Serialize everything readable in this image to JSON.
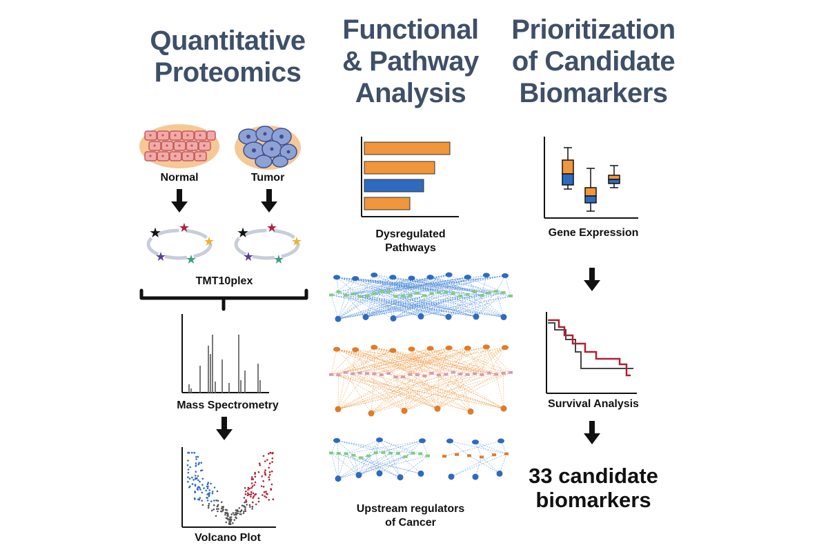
{
  "columns": {
    "proteomics": {
      "title_lines": [
        "Quantitative",
        "Proteomics"
      ]
    },
    "pathway": {
      "title_lines": [
        "Functional",
        "& Pathway",
        "Analysis"
      ]
    },
    "prioritization": {
      "title_lines": [
        "Prioritization",
        "of Candidate",
        "Biomarkers"
      ]
    }
  },
  "labels": {
    "normal": "Normal",
    "tumor": "Tumor",
    "tmt": "TMT10plex",
    "mass_spec": "Mass Spectrometry",
    "volcano": "Volcano Plot",
    "dysregulated": [
      "Dysregulated",
      "Pathways"
    ],
    "upstream": [
      "Upstream regulators",
      "of Cancer"
    ],
    "gene_expression": "Gene Expression",
    "survival": "Survival Analysis",
    "result": [
      "33 candidate",
      "biomarkers"
    ]
  },
  "colors": {
    "title": "#3e5068",
    "orange": "#f0963c",
    "blue": "#2e6bbf",
    "red": "#b02030",
    "gray": "#555555"
  }
}
